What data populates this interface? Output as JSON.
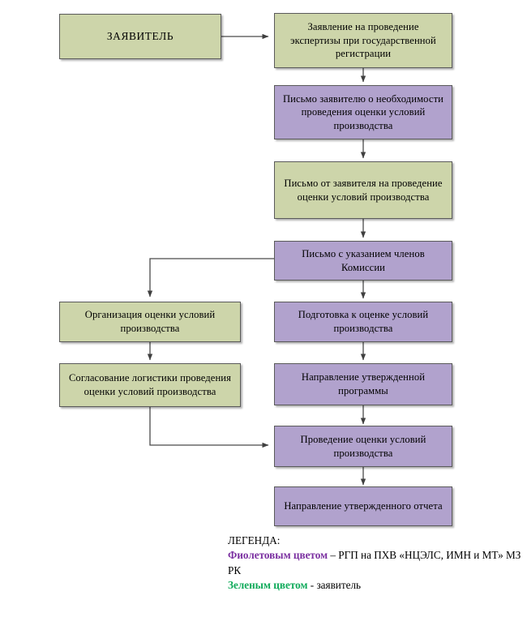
{
  "diagram": {
    "type": "flowchart",
    "colors": {
      "green_fill": "#cdd5aa",
      "purple_fill": "#b1a2cd",
      "border": "#5a5a5a",
      "connector": "#4a4a4a",
      "legend_purple_text": "#7a2fa0",
      "legend_green_text": "#0faa5a"
    },
    "nodes": [
      {
        "id": "applicant",
        "label": "ЗАЯВИТЕЛЬ",
        "color": "green",
        "column": "left"
      },
      {
        "id": "application",
        "label": "Заявление на проведение экспертизы при государственной регистрации",
        "color": "green",
        "column": "right"
      },
      {
        "id": "letter-need",
        "label": "Письмо заявителю о необходимости проведения оценки условий производства",
        "color": "purple",
        "column": "right"
      },
      {
        "id": "letter-from",
        "label": "Письмо от заявителя на проведение оценки условий производства",
        "color": "green",
        "column": "right"
      },
      {
        "id": "letter-members",
        "label": "Письмо с указанием членов Комиссии",
        "color": "purple",
        "column": "right"
      },
      {
        "id": "organization",
        "label": "Организация оценки условий производства",
        "color": "green",
        "column": "left"
      },
      {
        "id": "logistics",
        "label": "Согласование логистики проведения оценки условий производства",
        "color": "green",
        "column": "left"
      },
      {
        "id": "preparation",
        "label": "Подготовка к оценке условий производства",
        "color": "purple",
        "column": "right"
      },
      {
        "id": "send-program",
        "label": "Направление утвержденной программы",
        "color": "purple",
        "column": "right"
      },
      {
        "id": "conduct",
        "label": "Проведение оценки условий производства",
        "color": "purple",
        "column": "right"
      },
      {
        "id": "send-report",
        "label": "Направление утвержденного отчета",
        "color": "purple",
        "column": "right"
      }
    ]
  },
  "legend": {
    "heading": "ЛЕГЕНДА:",
    "purple_keyword": "Фиолетовым цветом",
    "purple_text": " – РГП на ПХВ «НЦЭЛС, ИМН и МТ» МЗ РК",
    "green_keyword": "Зеленым цветом",
    "green_text": " - заявитель"
  }
}
